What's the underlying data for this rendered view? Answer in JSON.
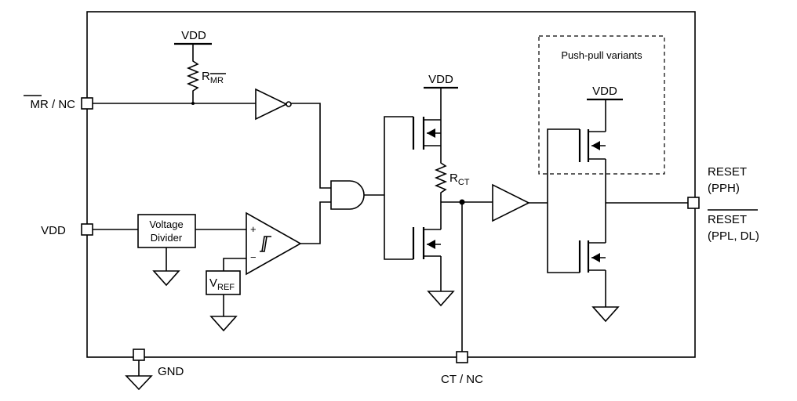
{
  "pins": {
    "mr": "MR / NC",
    "mr_overbar": "MR",
    "vdd_in": "VDD",
    "gnd": "GND",
    "ct": "CT / NC",
    "reset_line1": "RESET",
    "reset_line2": "(PPH)",
    "resetn_line1": "RESET",
    "resetn_line2": "(PPL, DL)"
  },
  "rails": {
    "vdd_rmr": "VDD",
    "vdd_rct": "VDD",
    "vdd_out": "VDD"
  },
  "components": {
    "r_mr_main": "R",
    "r_mr_sub": "MR",
    "r_ct_main": "R",
    "r_ct_sub": "CT",
    "divider_line1": "Voltage",
    "divider_line2": "Divider",
    "vref_main": "V",
    "vref_sub": "REF",
    "comp_plus": "+",
    "comp_minus": "−"
  },
  "notes": {
    "push_pull": "Push-pull variants"
  }
}
